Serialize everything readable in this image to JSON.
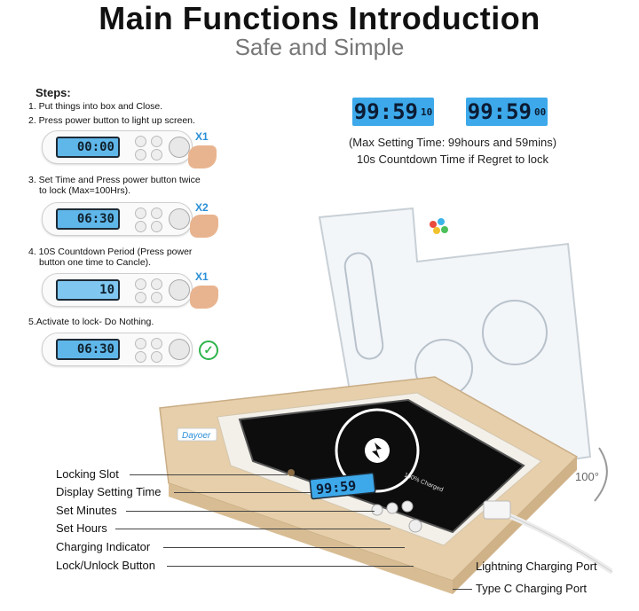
{
  "header": {
    "title": "Main Functions Introduction",
    "subtitle": "Safe and Simple"
  },
  "steps": {
    "heading": "Steps:",
    "step1": "1. Put things into box and Close.",
    "step2": "2. Press power button to light up screen.",
    "step3_line1": "3.  Set Time and Press power button twice",
    "step3_line2": "to lock (Max=100Hrs).",
    "step4_line1": "4. 10S Countdown Period (Press power",
    "step4_line2": "button one time to Cancle).",
    "step5": "5.Activate to lock- Do Nothing.",
    "panels": [
      {
        "display": "00:00",
        "press_label": "X1"
      },
      {
        "display": "06:30",
        "press_label": "X2"
      },
      {
        "display": "10",
        "press_label": "X1"
      },
      {
        "display": "06:30",
        "press_label": ""
      }
    ]
  },
  "displays": {
    "unlocked_time": "99:59",
    "unlocked_sub": "10",
    "locked_time": "99:59",
    "locked_sub": "00",
    "note_line1": "(Max Setting Time: 99hours and 59mins)",
    "note_line2": "10s Countdown Time if Regret to lock"
  },
  "product": {
    "brand": "Dayoer",
    "lid_angle": "100°",
    "device_display": "99:59",
    "phone_text": "100% Charged"
  },
  "callouts": {
    "locking_slot": "Locking Slot",
    "display_setting_time": "Display Setting Time",
    "set_minutes": "Set Minutes",
    "set_hours": "Set Hours",
    "charging_indicator": "Charging Indicator",
    "lock_unlock_button": "Lock/Unlock Button",
    "lightning_port": "Lightning Charging Port",
    "typec_port": "Type C Charging Port"
  },
  "colors": {
    "lcd_blue": "#3da9ea",
    "accent_blue": "#2a8fd6",
    "wood": "#e6cfaa",
    "check_green": "#2eb34a"
  }
}
